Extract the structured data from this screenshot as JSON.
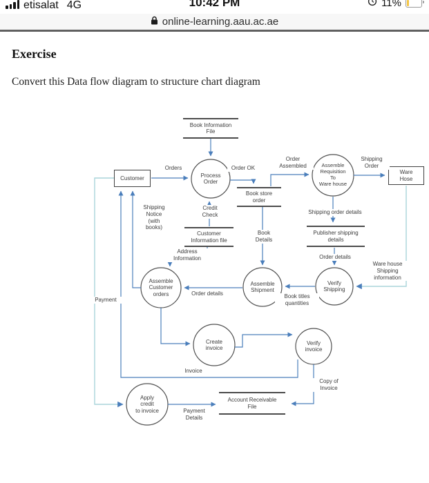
{
  "status_bar": {
    "carrier": "etisalat",
    "network": "4G",
    "time": "10:42 PM",
    "battery_percent": "11%"
  },
  "browser": {
    "url": "online-learning.aau.ac.ae"
  },
  "page": {
    "heading": "Exercise",
    "instruction": "Convert this Data flow diagram to structure chart diagram"
  },
  "diagram": {
    "entities": {
      "customer": {
        "label": "Customer"
      },
      "warehouse": {
        "label": "Ware\nHose"
      }
    },
    "processes": {
      "process_order": {
        "label": "Process\nOrder"
      },
      "assemble_requisition": {
        "label": "Assemble\nRequisition\nTo\nWare house"
      },
      "assemble_customer_orders": {
        "label": "Assemble\nCustomer\norders"
      },
      "assemble_shipment": {
        "label": "Assemble\nShipment"
      },
      "verify_shipping": {
        "label": "Verify\nShipping"
      },
      "create_invoice": {
        "label": "Create\ninvoice"
      },
      "verify_invoice": {
        "label": "Verify\ninvoice"
      },
      "apply_credit": {
        "label": "Apply\ncredit\nto invoice"
      }
    },
    "datastores": {
      "book_information_file": {
        "label": "Book Information\nFile"
      },
      "book_store_order": {
        "label": "Book store\norder"
      },
      "customer_information_file": {
        "label": "Customer\nInformation file"
      },
      "publisher_shipping_details": {
        "label": "Publisher shipping\ndetails"
      },
      "account_receivable_file": {
        "label": "Account Receivable\nFile"
      }
    },
    "flows": {
      "orders": {
        "label": "Orders"
      },
      "order_ok": {
        "label": "Order OK"
      },
      "order_assembled": {
        "label": "Order\nAssembled"
      },
      "shipping_order": {
        "label": "Shipping\nOrder"
      },
      "shipping_notice": {
        "label": "Shipping\nNotice\n(with\nbooks)"
      },
      "credit_check": {
        "label": "Credit\nCheck"
      },
      "book_details": {
        "label": "Book\nDetails"
      },
      "shipping_order_details": {
        "label": "Shipping order details"
      },
      "address_information": {
        "label": "Address\nInformation"
      },
      "order_details_left": {
        "label": "Order details"
      },
      "order_details_right": {
        "label": "Order details"
      },
      "warehouse_shipping_info": {
        "label": "Ware house\nShipping\ninformation"
      },
      "book_titles_quantities": {
        "label": "Book titles\nquantities"
      },
      "payment": {
        "label": "Payment"
      },
      "invoice": {
        "label": "Invoice"
      },
      "copy_of_invoice": {
        "label": "Copy of\nInvoice"
      },
      "payment_details": {
        "label": "Payment\nDetails"
      }
    },
    "colors": {
      "flow_line": "#4a7ebb",
      "alt_flow_line": "#a9d4da",
      "shape_stroke": "#4f4f4f"
    }
  }
}
